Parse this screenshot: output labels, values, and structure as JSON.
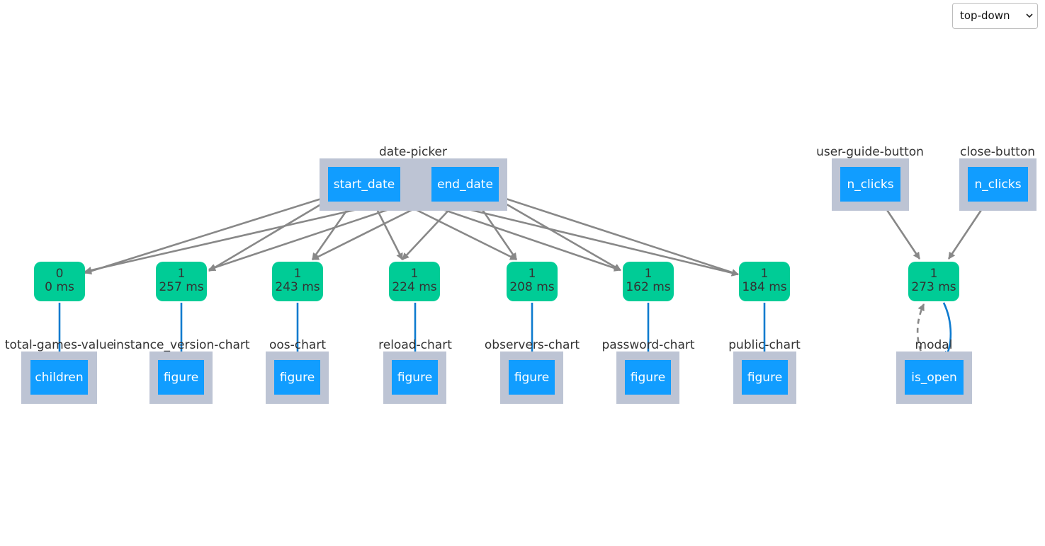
{
  "layout_select": {
    "value": "top-down",
    "icon": "chevron-down-icon"
  },
  "inputs": [
    {
      "id": "date-picker",
      "props": [
        "start_date",
        "end_date"
      ]
    },
    {
      "id": "user-guide-button",
      "props": [
        "n_clicks"
      ]
    },
    {
      "id": "close-button",
      "props": [
        "n_clicks"
      ]
    }
  ],
  "callbacks": [
    {
      "count": "0",
      "time": "0 ms"
    },
    {
      "count": "1",
      "time": "257 ms"
    },
    {
      "count": "1",
      "time": "243 ms"
    },
    {
      "count": "1",
      "time": "224 ms"
    },
    {
      "count": "1",
      "time": "208 ms"
    },
    {
      "count": "1",
      "time": "162 ms"
    },
    {
      "count": "1",
      "time": "184 ms"
    },
    {
      "count": "1",
      "time": "273 ms"
    }
  ],
  "outputs": [
    {
      "id": "total-games-value",
      "prop": "children"
    },
    {
      "id": "instance_version-chart",
      "prop": "figure"
    },
    {
      "id": "oos-chart",
      "prop": "figure"
    },
    {
      "id": "reload-chart",
      "prop": "figure"
    },
    {
      "id": "observers-chart",
      "prop": "figure"
    },
    {
      "id": "password-chart",
      "prop": "figure"
    },
    {
      "id": "public-chart",
      "prop": "figure"
    },
    {
      "id": "modal",
      "prop": "is_open"
    }
  ],
  "colors": {
    "input_edge": "#888888",
    "output_edge": "#0e7bcf",
    "group_bg": "#bdc4d4",
    "property": "#119dff",
    "callback": "#00cc96"
  }
}
